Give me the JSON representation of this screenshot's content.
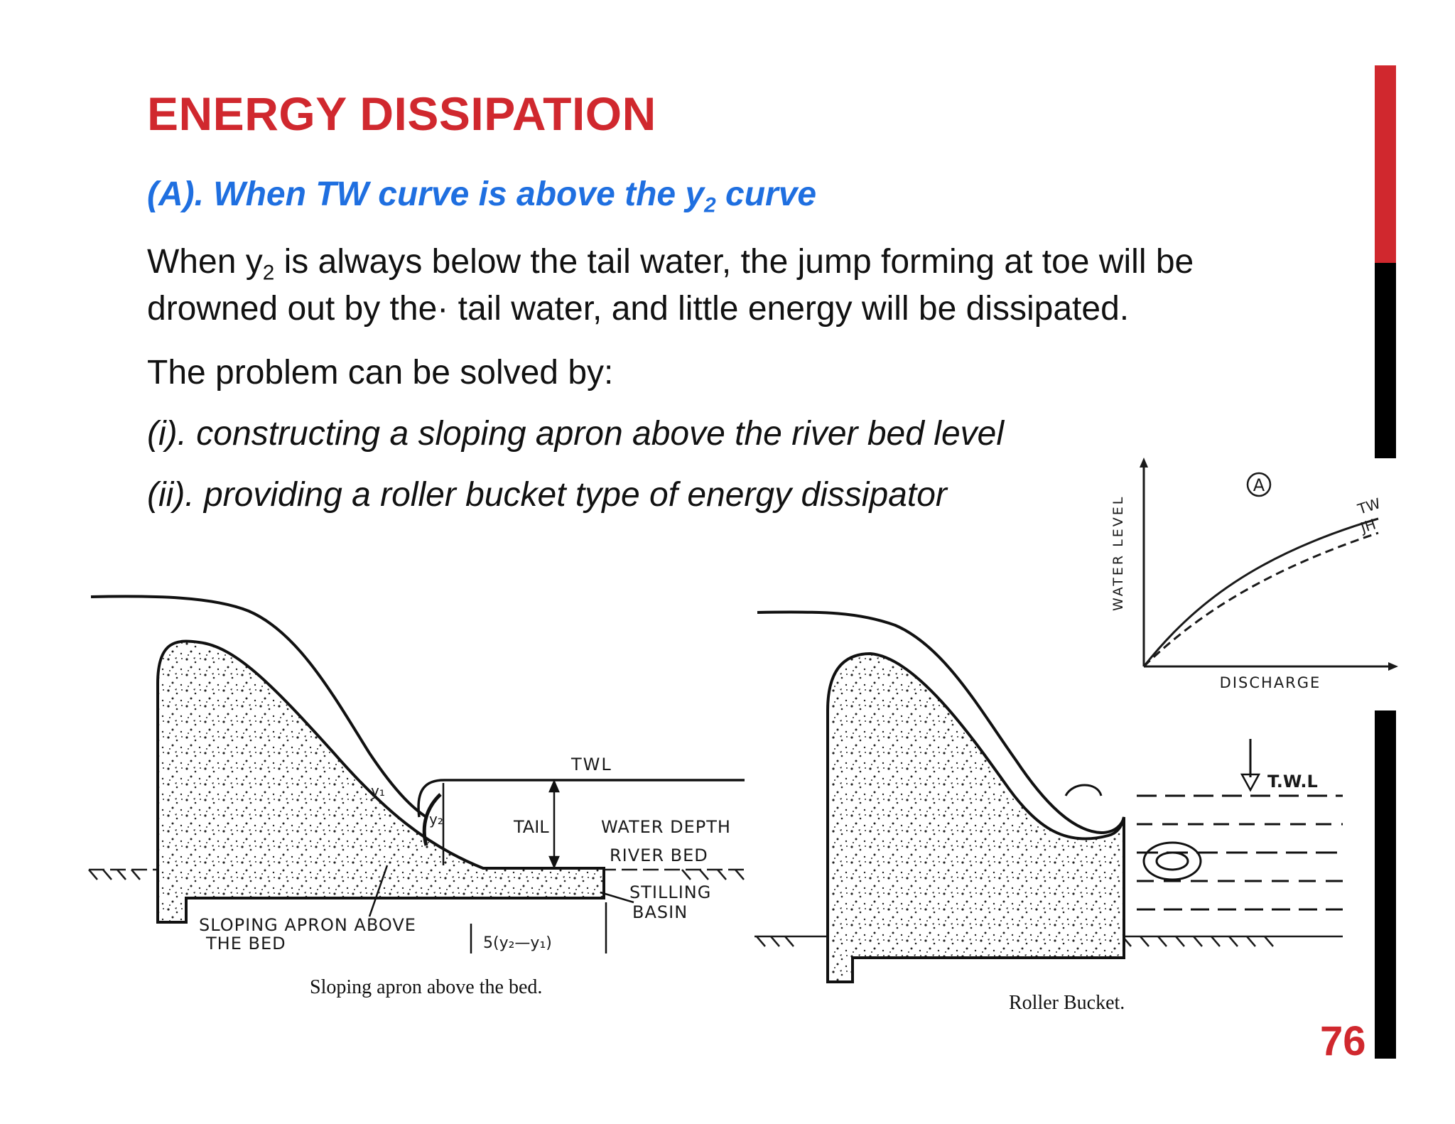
{
  "slide": {
    "title": "ENERGY DISSIPATION",
    "subtitle_prefix": "(A). When TW curve is above the y",
    "subtitle_sub": "2",
    "subtitle_suffix": " curve",
    "body_line1_a": "When y",
    "body_line1_sub": "2",
    "body_line1_b": " is always below the tail water, the jump forming at toe will be",
    "body_line2": "drowned out by the· tail water, and little energy will be dissipated.",
    "body_line3": "The problem can be solved by:",
    "option_1": "(i). constructing a sloping apron above the river bed level",
    "option_2": "(ii). providing a roller bucket type of energy dissipator",
    "page_number": "76",
    "colors": {
      "title": "#d0282e",
      "subtitle": "#1f6fe0",
      "bar_red": "#d0282e",
      "bar_black": "#000000"
    }
  },
  "graph": {
    "marker": "A",
    "y_axis_label": "WATER LEVEL",
    "x_axis_label": "DISCHARGE",
    "curve_tw_label": "TW",
    "curve_jh_label": "JH"
  },
  "sloping_apron": {
    "twl": "TWL",
    "tail": "TAIL",
    "water_depth": "WATER DEPTH",
    "river_bed": "RIVER BED",
    "stilling": "STILLING",
    "basin": "BASIN",
    "y1": "y₁",
    "y2": "y₂",
    "apron_line1": "SLOPING APRON ABOVE",
    "apron_line2": "THE BED",
    "length": "5(y₂—y₁)",
    "caption": "Sloping apron above the bed."
  },
  "roller_bucket": {
    "twl": "T.W.L",
    "caption": "Roller Bucket."
  }
}
